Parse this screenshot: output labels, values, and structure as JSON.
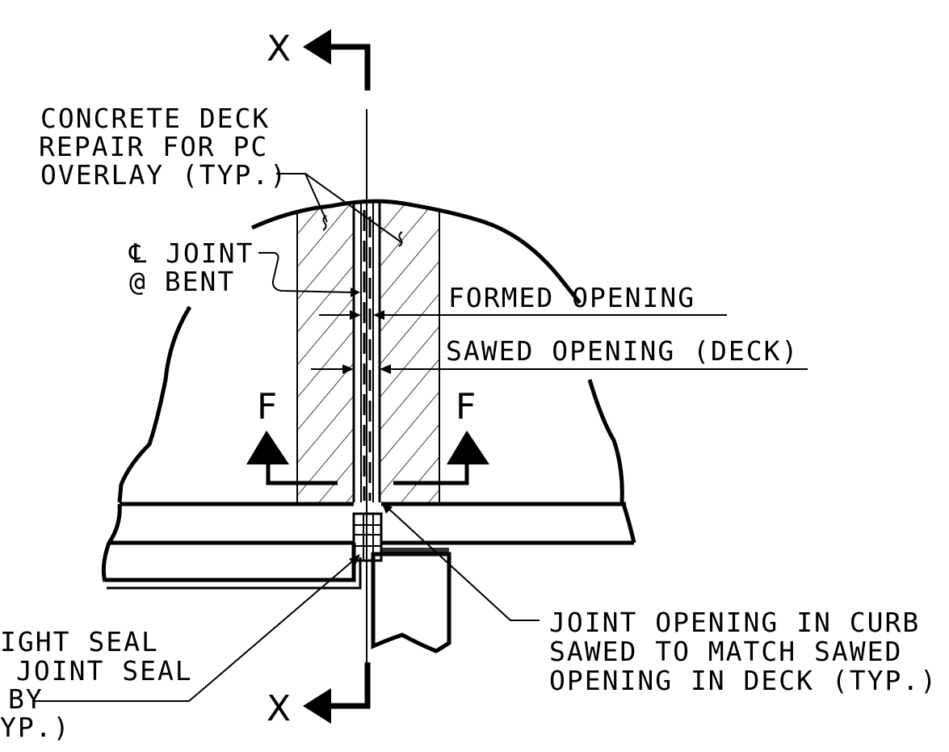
{
  "section_marks": {
    "top": "X",
    "bottom": "X"
  },
  "view_marks": {
    "left": "F",
    "right": "F"
  },
  "labels": {
    "concrete_repair": [
      "CONCRETE DECK",
      "REPAIR FOR PC",
      "OVERLAY (TYP.)"
    ],
    "cl_joint": [
      "℄ JOINT",
      "@ BENT"
    ],
    "formed_opening": "FORMED OPENING",
    "sawed_opening": "SAWED OPENING (DECK)",
    "joint_opening_curb": [
      "JOINT OPENING IN CURB",
      "SAWED TO MATCH SAWED",
      "OPENING IN DECK (TYP.)"
    ],
    "seal_note": [
      "IGHT SEAL",
      "JOINT SEAL",
      "BY",
      "YP.)"
    ]
  }
}
